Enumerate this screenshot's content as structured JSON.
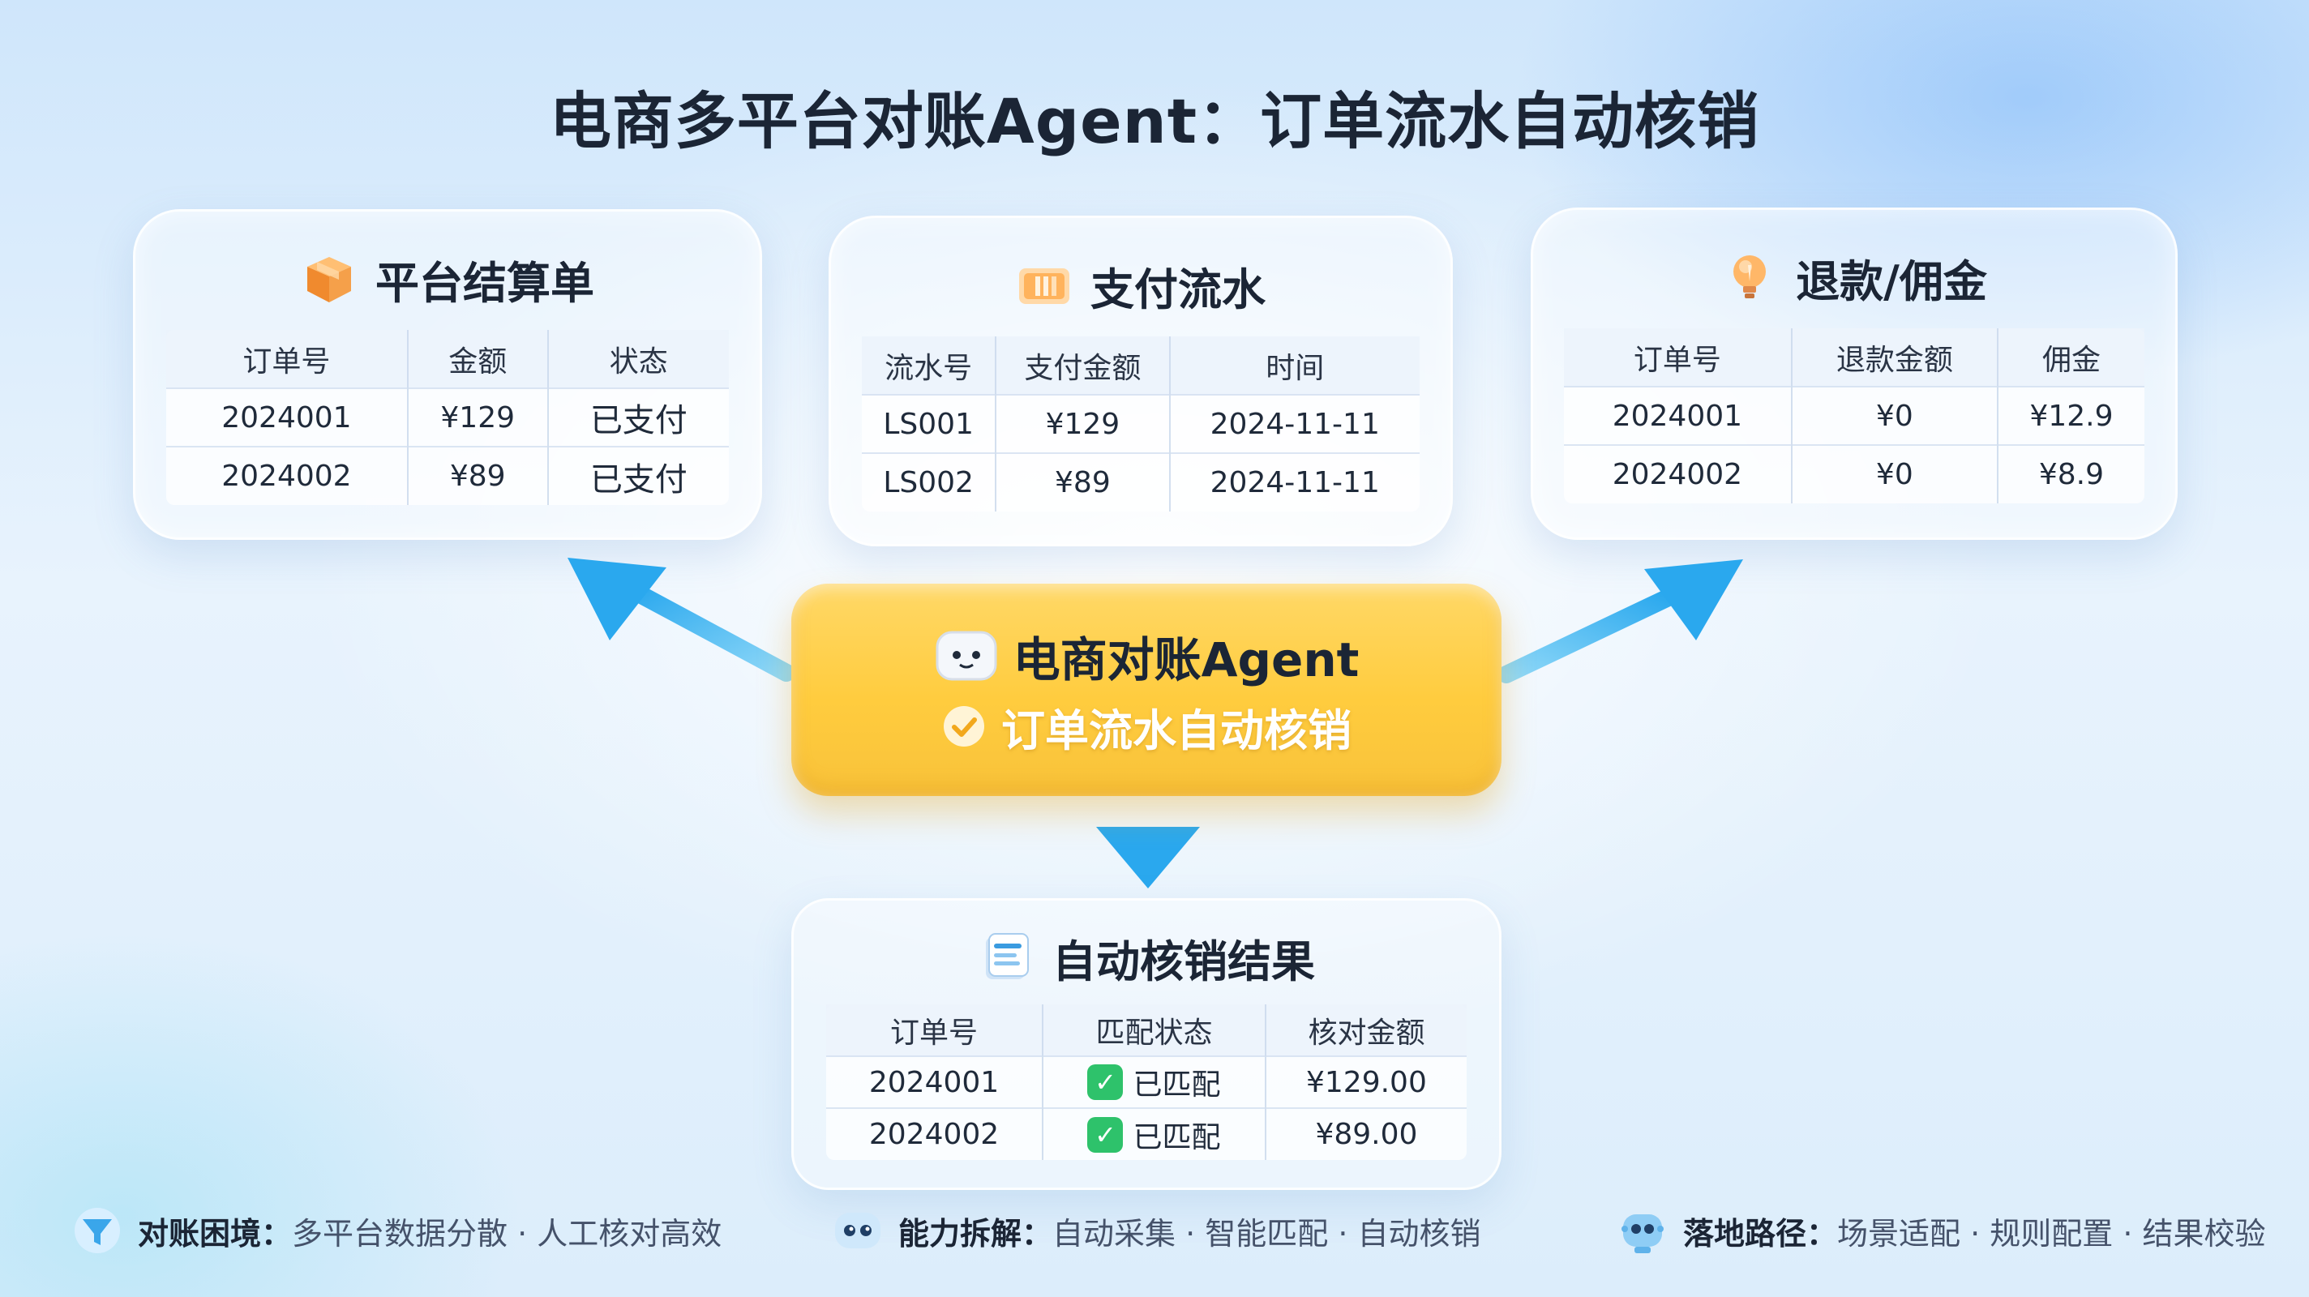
{
  "title": "电商多平台对账Agent：订单流水自动核销",
  "cards": {
    "settlement": {
      "title": "平台结算单",
      "icon": "package-box-icon",
      "headers": [
        "订单号",
        "金额",
        "状态"
      ],
      "rows": [
        [
          "2024001",
          "¥129",
          "已支付"
        ],
        [
          "2024002",
          "¥89",
          "已支付"
        ]
      ]
    },
    "payment": {
      "title": "支付流水",
      "icon": "payment-card-icon",
      "headers": [
        "流水号",
        "支付金额",
        "时间"
      ],
      "rows": [
        [
          "LS001",
          "¥129",
          "2024-11-11"
        ],
        [
          "LS002",
          "¥89",
          "2024-11-11"
        ]
      ]
    },
    "refund": {
      "title": "退款/佣金",
      "icon": "lightbulb-icon",
      "headers": [
        "订单号",
        "退款金额",
        "佣金"
      ],
      "rows": [
        [
          "2024001",
          "¥0",
          "¥12.9"
        ],
        [
          "2024002",
          "¥0",
          "¥8.9"
        ]
      ]
    }
  },
  "agent": {
    "name": "电商对账Agent",
    "subtitle": "订单流水自动核销",
    "icon": "robot-face-icon",
    "check_icon": "check-circle-icon",
    "color": "#ffcc3e"
  },
  "result": {
    "title": "自动核销结果",
    "icon": "document-stack-icon",
    "headers": [
      "订单号",
      "匹配状态",
      "核对金额"
    ],
    "rows": [
      [
        "2024001",
        "已匹配",
        "¥129.00"
      ],
      [
        "2024002",
        "已匹配",
        "¥89.00"
      ]
    ],
    "match_color": "#2ec26b"
  },
  "footer": [
    {
      "icon": "funnel-icon",
      "label": "对账困境：",
      "text": "多平台数据分散 · 人工核对高效"
    },
    {
      "icon": "robot-eyes-icon",
      "label": "能力拆解：",
      "text": "自动采集 · 智能匹配 · 自动核销"
    },
    {
      "icon": "robot-head-icon",
      "label": "落地路径：",
      "text": "场景适配 · 规则配置 · 结果校验"
    }
  ],
  "colors": {
    "arrow": "#3bb8f0",
    "paid_text": "#1d5fbf"
  }
}
